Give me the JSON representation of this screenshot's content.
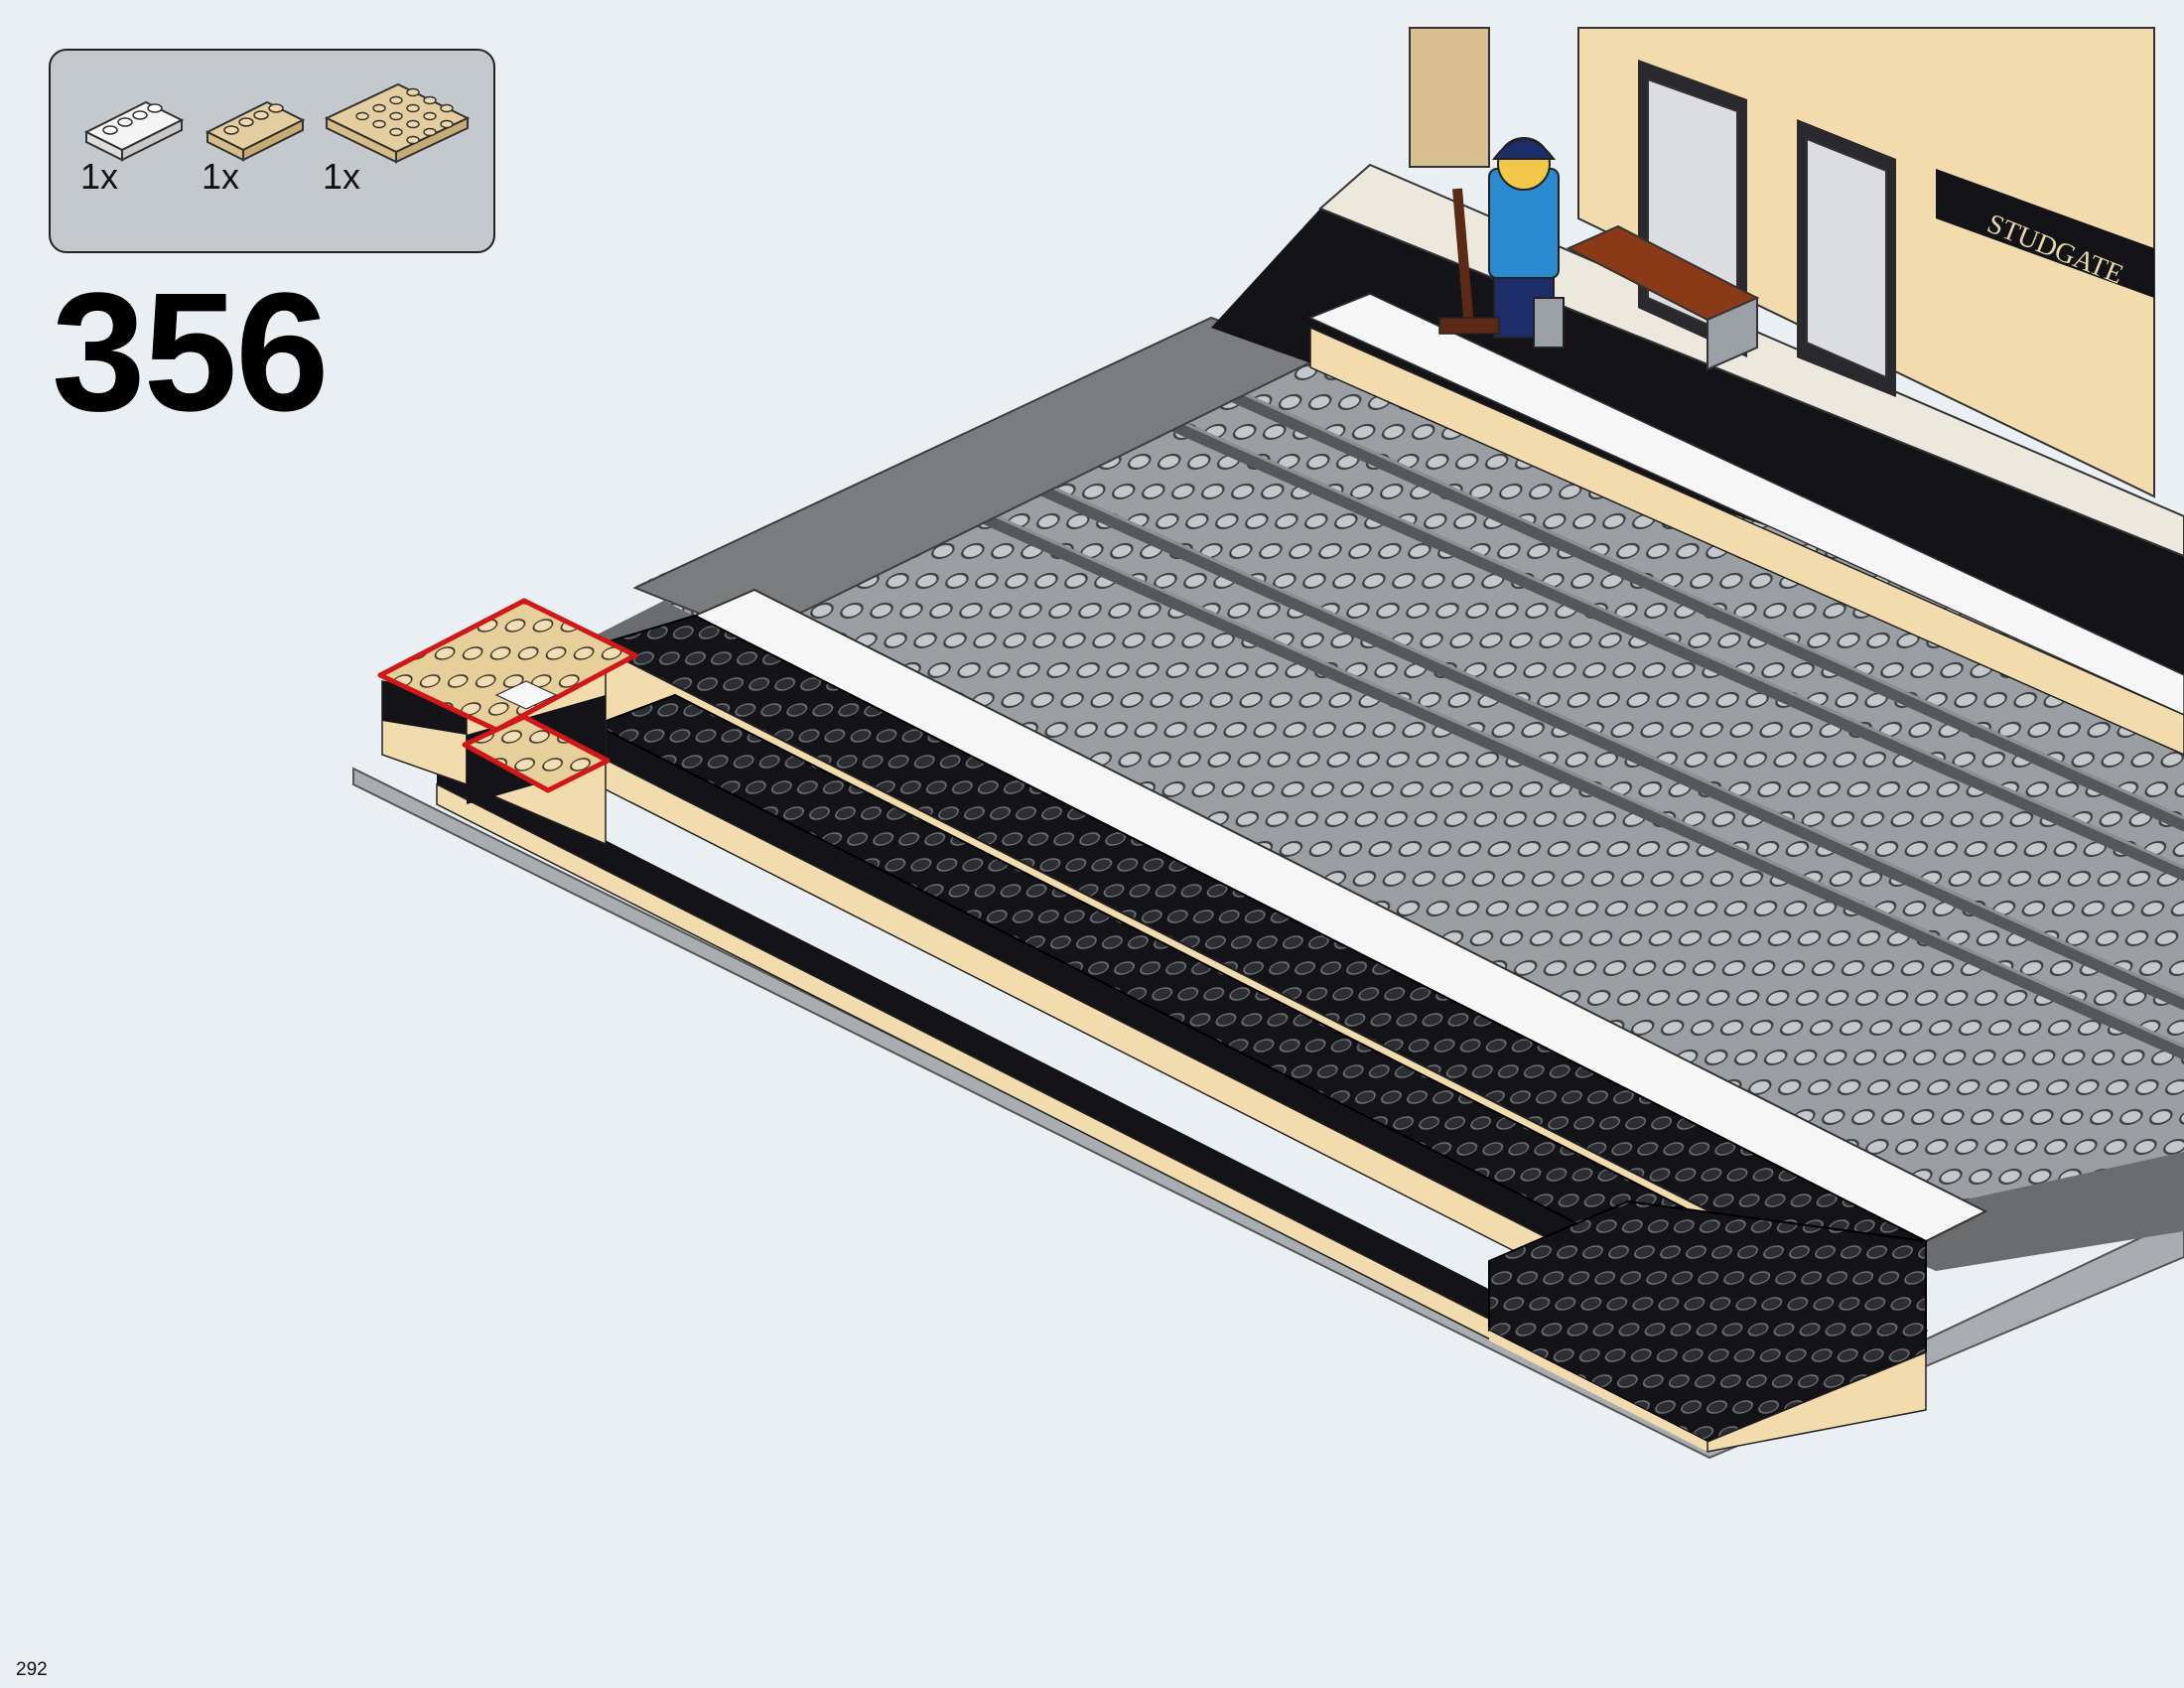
{
  "parts_list": [
    {
      "name": "white-plate-1x4",
      "color": "#f4f4f4",
      "quantity": "1x"
    },
    {
      "name": "tan-plate-1x4",
      "color": "#e4cd9e",
      "quantity": "1x"
    },
    {
      "name": "tan-plate-4x4",
      "color": "#e4cd9e",
      "quantity": "1x"
    }
  ],
  "step": {
    "number": "356"
  },
  "page": {
    "number": "292"
  },
  "scene": {
    "station_sign": "STUDGATE",
    "highlight_color": "#d01818",
    "colors": {
      "black": "#141418",
      "tan": "#f2dcae",
      "dark_gray": "#66686a",
      "light_gray": "#aeb2b6",
      "white": "#f6f6f6",
      "sand": "#e7cf9c",
      "reddish_brown": "#8a3a16"
    }
  }
}
